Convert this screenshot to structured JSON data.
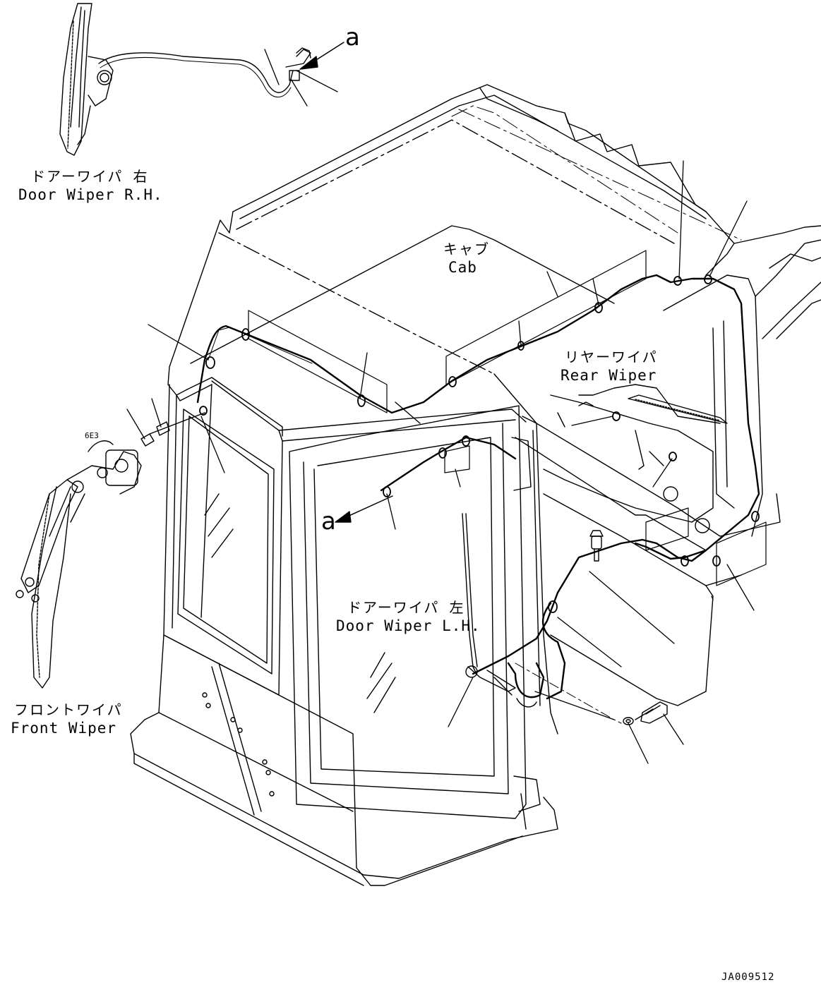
{
  "labels": {
    "door_wiper_rh": {
      "jp": "ドアーワイパ 右",
      "en": "Door Wiper R.H."
    },
    "cab": {
      "jp": "キャブ",
      "en": "Cab"
    },
    "rear_wiper": {
      "jp": "リヤーワイパ",
      "en": "Rear Wiper"
    },
    "door_wiper_lh": {
      "jp": "ドアーワイパ 左",
      "en": "Door Wiper L.H."
    },
    "front_wiper": {
      "jp": "フロントワイパ",
      "en": "Front Wiper"
    }
  },
  "view_refs": {
    "top": "a",
    "middle": "a"
  },
  "part_marking": "6E3",
  "drawing_code": "JA009512"
}
